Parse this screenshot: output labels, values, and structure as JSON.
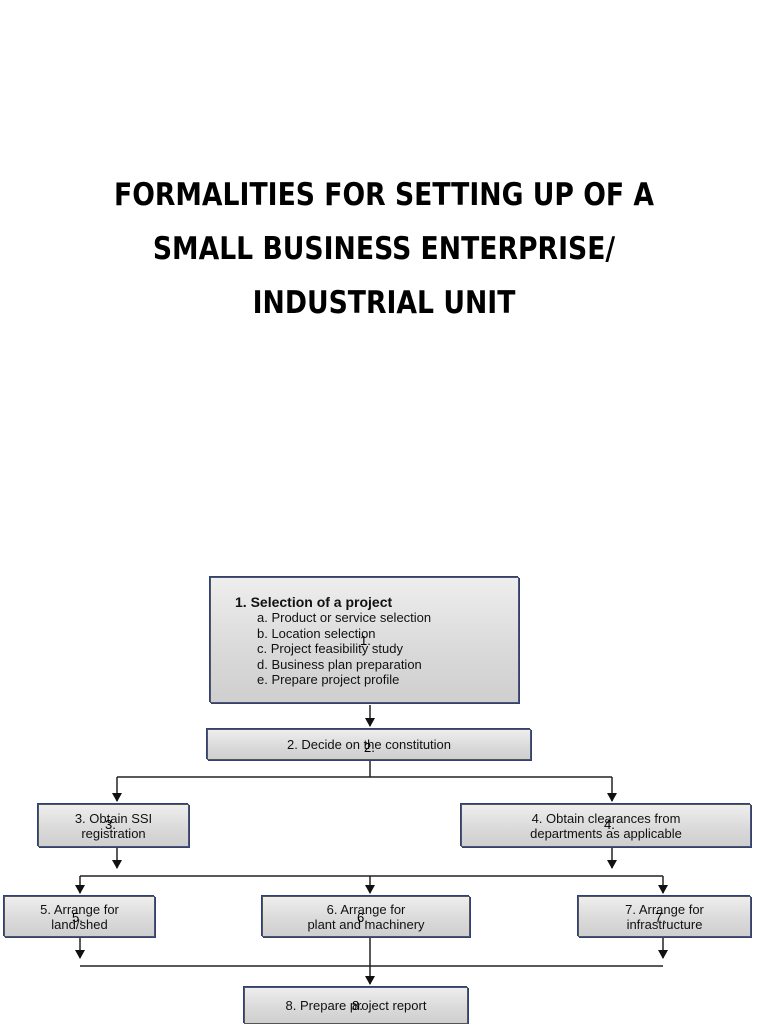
{
  "title": {
    "line1": "FORMALITIES FOR SETTING UP OF A",
    "line2": "SMALL BUSINESS ENTERPRISE/",
    "line3": "INDUSTRIAL UNIT"
  },
  "steps": {
    "step1": {
      "heading": "1. Selection of a project",
      "items": [
        "a. Product or service selection",
        "b. Location selection",
        "c. Project feasibility study",
        "d. Business plan preparation",
        "e. Prepare project profile"
      ],
      "overlay": "1."
    },
    "step2": {
      "line1": "2. Decide on the constitution",
      "overlay": "2."
    },
    "step3": {
      "line1": "3. Obtain SSI",
      "line2": "registration",
      "overlay": "3."
    },
    "step4": {
      "line1": "4. Obtain clearances from",
      "line2": "departments as applicable",
      "overlay": "4."
    },
    "step5": {
      "line1": "5. Arrange for",
      "line2": "land/shed",
      "overlay": "5."
    },
    "step6": {
      "line1": "6. Arrange for",
      "line2": "plant and machinery",
      "overlay": "6."
    },
    "step7": {
      "line1": "7. Arrange for",
      "line2": "infrastructure",
      "overlay": "7."
    },
    "step8": {
      "line1": "8. Prepare project report",
      "overlay": "8."
    }
  }
}
